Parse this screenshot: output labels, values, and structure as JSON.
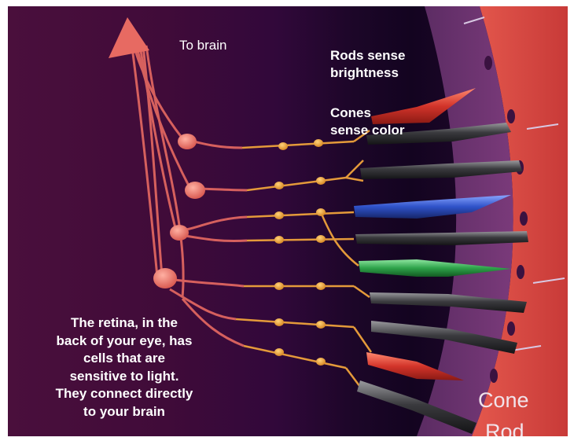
{
  "labels": {
    "to_brain": "To brain",
    "rods_line1": "Rods sense",
    "rods_line2": "brightness",
    "cones_line1": "Cones",
    "cones_line2": "sense color",
    "caption_lines": [
      "The retina, in the",
      "back of your eye, has",
      "cells that are",
      "sensitive to light.",
      "They connect directly",
      "to your brain"
    ],
    "cone_tag": "Cone",
    "rod_tag": "Rod"
  },
  "colors": {
    "background": "#3a0a38",
    "nerve_fibers": "#e76a62",
    "bipolar_cells": "#e49a3a",
    "rod_cell": "#2a2a2c",
    "red_cone": "#d23a2c",
    "blue_cone": "#2f52c9",
    "green_cone": "#2ea34a",
    "eye_wall": "#5a2a60",
    "outer_wall": "#e0504a"
  },
  "photoreceptors": [
    {
      "type": "cone",
      "color": "red"
    },
    {
      "type": "rod"
    },
    {
      "type": "rod"
    },
    {
      "type": "cone",
      "color": "blue"
    },
    {
      "type": "rod"
    },
    {
      "type": "cone",
      "color": "green"
    },
    {
      "type": "rod"
    },
    {
      "type": "rod"
    },
    {
      "type": "cone",
      "color": "red"
    },
    {
      "type": "rod"
    }
  ]
}
